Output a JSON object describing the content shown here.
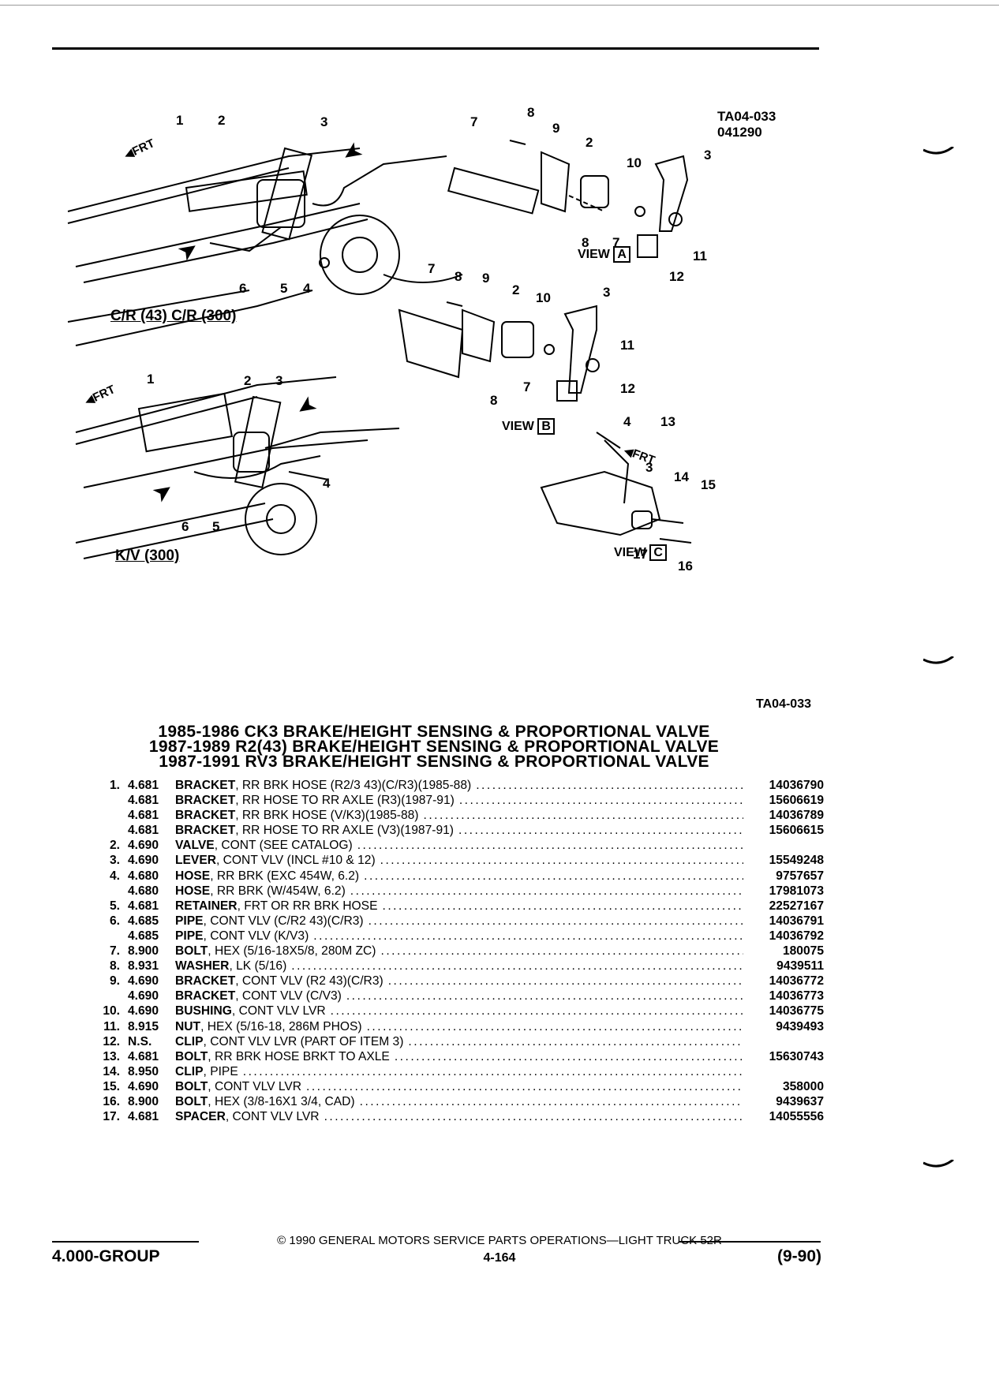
{
  "diagram": {
    "ref_top": "TA04-033",
    "ref_date": "041290",
    "caption_cr": "C/R (43) C/R (300)",
    "caption_kv": "K/V (300)",
    "view_a": "VIEW",
    "view_a_letter": "A",
    "view_b": "VIEW",
    "view_b_letter": "B",
    "view_c": "VIEW",
    "view_c_letter": "C",
    "frt": "FRT"
  },
  "ref_bottom": "TA04-033",
  "titles": [
    "1985-1986 CK3 BRAKE/HEIGHT SENSING & PROPORTIONAL VALVE",
    "1987-1989 R2(43) BRAKE/HEIGHT SENSING & PROPORTIONAL VALVE",
    "1987-1991 RV3 BRAKE/HEIGHT SENSING & PROPORTIONAL VALVE"
  ],
  "parts": [
    {
      "num": "1.",
      "cat": "4.681",
      "name": "BRACKET",
      "detail": ", RR BRK HOSE (R2/3 43)(C/R3)(1985-88)",
      "pno": "14036790"
    },
    {
      "num": "",
      "cat": "4.681",
      "name": "BRACKET",
      "detail": ", RR HOSE TO RR AXLE (R3)(1987-91)",
      "pno": "15606619"
    },
    {
      "num": "",
      "cat": "4.681",
      "name": "BRACKET",
      "detail": ", RR BRK HOSE (V/K3)(1985-88)",
      "pno": "14036789"
    },
    {
      "num": "",
      "cat": "4.681",
      "name": "BRACKET",
      "detail": ", RR HOSE TO RR AXLE (V3)(1987-91)",
      "pno": "15606615"
    },
    {
      "num": "2.",
      "cat": "4.690",
      "name": "VALVE",
      "detail": ", CONT (SEE CATALOG)",
      "pno": ""
    },
    {
      "num": "3.",
      "cat": "4.690",
      "name": "LEVER",
      "detail": ", CONT VLV (INCL #10 & 12)",
      "pno": "15549248"
    },
    {
      "num": "4.",
      "cat": "4.680",
      "name": "HOSE",
      "detail": ", RR BRK (EXC 454W, 6.2)",
      "pno": "9757657"
    },
    {
      "num": "",
      "cat": "4.680",
      "name": "HOSE",
      "detail": ", RR BRK (W/454W, 6.2)",
      "pno": "17981073"
    },
    {
      "num": "5.",
      "cat": "4.681",
      "name": "RETAINER",
      "detail": ", FRT OR RR BRK HOSE",
      "pno": "22527167"
    },
    {
      "num": "6.",
      "cat": "4.685",
      "name": "PIPE",
      "detail": ", CONT VLV (C/R2 43)(C/R3)",
      "pno": "14036791"
    },
    {
      "num": "",
      "cat": "4.685",
      "name": "PIPE",
      "detail": ", CONT VLV (K/V3)",
      "pno": "14036792"
    },
    {
      "num": "7.",
      "cat": "8.900",
      "name": "BOLT",
      "detail": ", HEX (5/16-18X5/8, 280M ZC)",
      "pno": "180075"
    },
    {
      "num": "8.",
      "cat": "8.931",
      "name": "WASHER",
      "detail": ", LK (5/16)",
      "pno": "9439511"
    },
    {
      "num": "9.",
      "cat": "4.690",
      "name": "BRACKET",
      "detail": ", CONT VLV (R2 43)(C/R3)",
      "pno": "14036772"
    },
    {
      "num": "",
      "cat": "4.690",
      "name": "BRACKET",
      "detail": ", CONT VLV (C/V3)",
      "pno": "14036773"
    },
    {
      "num": "10.",
      "cat": "4.690",
      "name": "BUSHING",
      "detail": ", CONT VLV LVR",
      "pno": "14036775"
    },
    {
      "num": "11.",
      "cat": "8.915",
      "name": "NUT",
      "detail": ", HEX (5/16-18, 286M PHOS)",
      "pno": "9439493"
    },
    {
      "num": "12.",
      "cat": "N.S.",
      "name": "CLIP",
      "detail": ", CONT VLV LVR (PART OF ITEM 3)",
      "pno": ""
    },
    {
      "num": "13.",
      "cat": "4.681",
      "name": "BOLT",
      "detail": ", RR BRK HOSE BRKT TO AXLE",
      "pno": "15630743"
    },
    {
      "num": "14.",
      "cat": "8.950",
      "name": "CLIP",
      "detail": ", PIPE",
      "pno": ""
    },
    {
      "num": "15.",
      "cat": "4.690",
      "name": "BOLT",
      "detail": ", CONT VLV LVR",
      "pno": "358000"
    },
    {
      "num": "16.",
      "cat": "8.900",
      "name": "BOLT",
      "detail": ", HEX (3/8-16X1 3/4, CAD)",
      "pno": "9439637"
    },
    {
      "num": "17.",
      "cat": "4.681",
      "name": "SPACER",
      "detail": ", CONT VLV LVR",
      "pno": "14055556"
    }
  ],
  "footer": {
    "copyright": "© 1990 GENERAL MOTORS SERVICE PARTS OPERATIONS—LIGHT TRUCK 52R",
    "page": "4-164",
    "group": "4.000-GROUP",
    "date": "(9-90)"
  }
}
